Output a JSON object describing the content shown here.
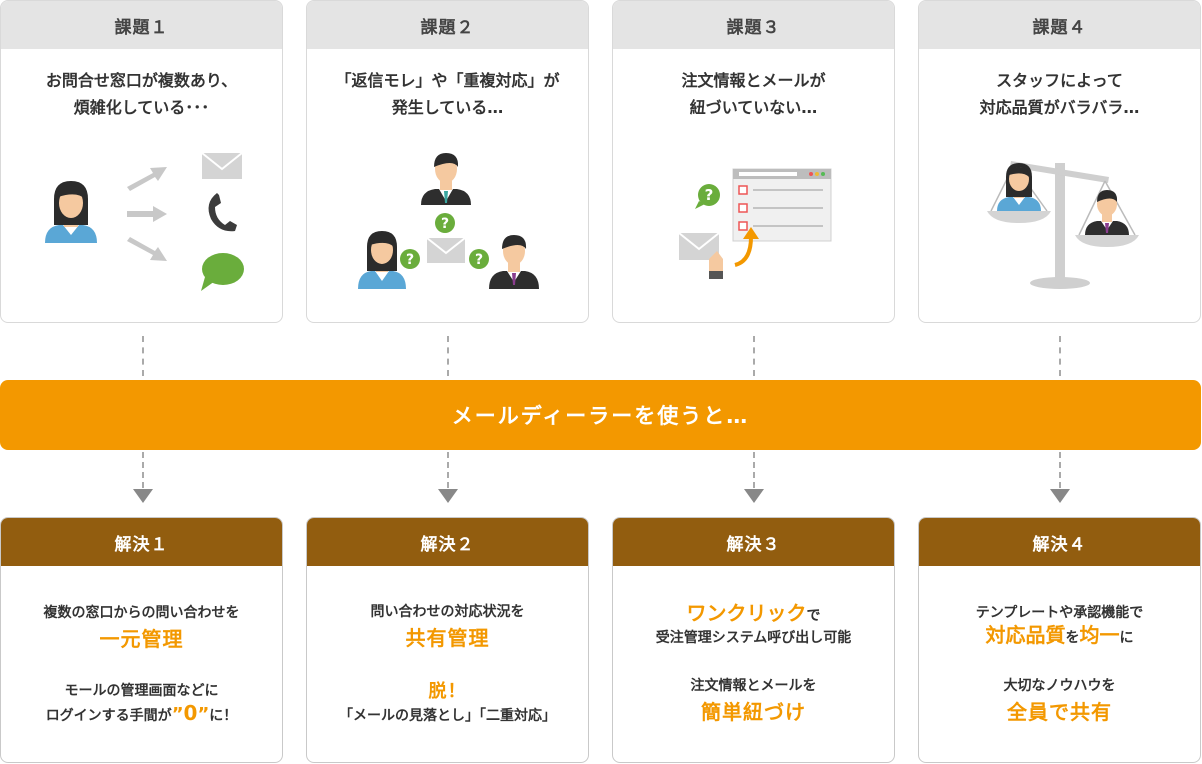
{
  "problems": [
    {
      "title": "課題１",
      "lines": [
        "お問合せ窓口が複数あり、",
        "煩雑化している･･･"
      ]
    },
    {
      "title": "課題２",
      "lines": [
        "「返信モレ」や「重複対応」が",
        "発生している…"
      ]
    },
    {
      "title": "課題３",
      "lines": [
        "注文情報とメールが",
        "紐づいていない…"
      ]
    },
    {
      "title": "課題４",
      "lines": [
        "スタッフによって",
        "対応品質がバラバラ…"
      ]
    }
  ],
  "banner": "メールディーラーを使うと…",
  "solutions": [
    {
      "title": "解決１",
      "l1": "複数の窓口からの問い合わせを",
      "big1": "一元管理",
      "l2": "モールの管理画面などに",
      "l3_pre": "ログインする手間が",
      "l3_open": "”",
      "l3_highlight": "0",
      "l3_close": "”",
      "l3_post": "に！"
    },
    {
      "title": "解決２",
      "l1": "問い合わせの対応状況を",
      "big1": "共有管理",
      "big2": "脱！",
      "l2": "「メールの見落とし」「二重対応」"
    },
    {
      "title": "解決３",
      "big1_hl": "ワンクリック",
      "big1_post": "で",
      "l1": "受注管理システム呼び出し可能",
      "l2": "注文情報とメールを",
      "big2": "簡単紐づけ"
    },
    {
      "title": "解決４",
      "l1": "テンプレートや承認機能で",
      "hl1": "対応品質",
      "mid1": "を",
      "hl2": "均一",
      "post1": "に",
      "l2": "大切なノウハウを",
      "big2": "全員で共有"
    }
  ],
  "colors": {
    "accent": "#f39800",
    "solution_header": "#925d0f",
    "problem_header": "#e4e4e4",
    "person_shirt": "#5aa7d6",
    "bubble_green": "#6aad3c"
  },
  "icons": [
    "person-icon",
    "arrow-icon",
    "envelope-icon",
    "phone-icon",
    "chat-bubble-icon",
    "question-icon",
    "businessman-icon",
    "browser-window-icon",
    "checklist-icon",
    "hand-icon",
    "balance-scale-icon"
  ]
}
